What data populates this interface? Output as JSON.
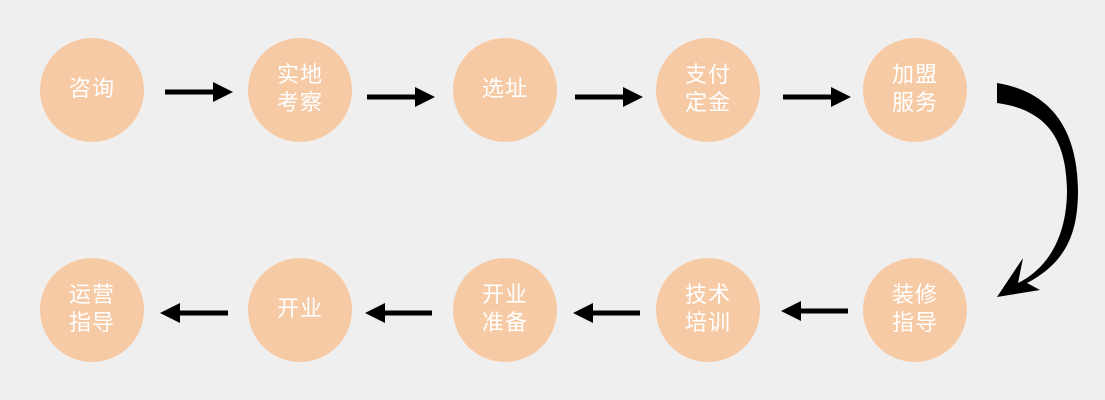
{
  "diagram": {
    "colors": {
      "background": "#efefef",
      "node_fill": "#f7caa6",
      "node_text": "#ffffff",
      "arrow": "#000000"
    },
    "steps": [
      {
        "lines": [
          "咨询"
        ]
      },
      {
        "lines": [
          "实地",
          "考察"
        ]
      },
      {
        "lines": [
          "选址"
        ]
      },
      {
        "lines": [
          "支付",
          "定金"
        ]
      },
      {
        "lines": [
          "加盟",
          "服务"
        ]
      },
      {
        "lines": [
          "装修",
          "指导"
        ]
      },
      {
        "lines": [
          "技术",
          "培训"
        ]
      },
      {
        "lines": [
          "开业",
          "准备"
        ]
      },
      {
        "lines": [
          "开业"
        ]
      },
      {
        "lines": [
          "运营",
          "指导"
        ]
      }
    ]
  }
}
